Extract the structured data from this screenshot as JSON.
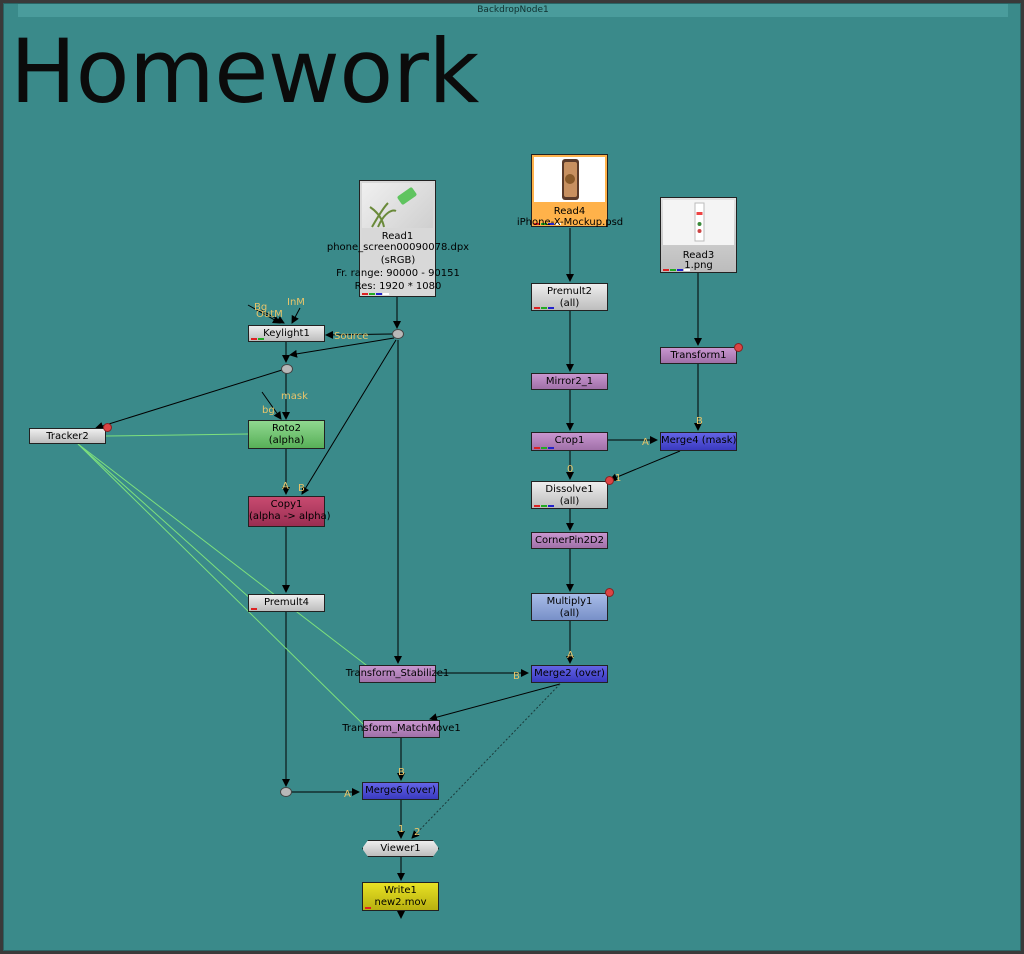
{
  "backdrop": {
    "title": "BackdropNode1",
    "label": "Homework"
  },
  "nodes": {
    "read1": {
      "title": "Read1",
      "info": [
        "phone_screen00090078.dpx",
        "(sRGB)",
        "Fr. range: 90000 - 90151",
        "Res: 1920 * 1080"
      ]
    },
    "read4": {
      "title": "Read4",
      "file": "iPhone-X-Mockup.psd"
    },
    "read3": {
      "title": "Read3",
      "file": "1.png"
    },
    "keylight1": {
      "label": "Keylight1"
    },
    "tracker2": {
      "label": "Tracker2"
    },
    "roto2": {
      "label": "Roto2",
      "sub": "(alpha)"
    },
    "copy1": {
      "label": "Copy1",
      "sub": "(alpha -> alpha)"
    },
    "premult4": {
      "label": "Premult4"
    },
    "premult2": {
      "label": "Premult2",
      "sub": "(all)"
    },
    "mirror2_1": {
      "label": "Mirror2_1"
    },
    "crop1": {
      "label": "Crop1"
    },
    "transform1": {
      "label": "Transform1"
    },
    "merge4": {
      "label": "Merge4 (mask)"
    },
    "dissolve1": {
      "label": "Dissolve1",
      "sub": "(all)"
    },
    "cornerpin": {
      "label": "CornerPin2D2"
    },
    "multiply1": {
      "label": "Multiply1",
      "sub": "(all)"
    },
    "stabilize": {
      "label": "Transform_Stabilize1"
    },
    "merge2": {
      "label": "Merge2 (over)"
    },
    "matchmove": {
      "label": "Transform_MatchMove1"
    },
    "merge6": {
      "label": "Merge6 (over)"
    },
    "viewer1": {
      "label": "Viewer1"
    },
    "write1": {
      "label": "Write1",
      "file": "new2.mov"
    }
  },
  "input_labels": {
    "bg_keylight": "Bg",
    "outm": "OutM",
    "inm": "InM",
    "source": "Source",
    "mask": "mask",
    "bg_roto": "bg",
    "copy_a": "A",
    "copy_b": "B",
    "merge4_a": "A",
    "merge4_b": "B",
    "dissolve_0": "0",
    "dissolve_1": "1",
    "merge2_a": "A",
    "merge2_b": "B",
    "merge6_a": "A",
    "merge6_b": "B",
    "viewer_1": "1",
    "viewer_2": "2"
  },
  "colors": {
    "backdrop": "#3a8a8a",
    "grey_node": "#c8c8c8",
    "roto": "#6dbf6d",
    "copy": "#b23b5e",
    "transform": "#b07ab8",
    "merge": "#4a4ad6",
    "multiply": "#8fa8dc",
    "write": "#d6d01a",
    "read4": "#ffb24a",
    "edge": "#000000",
    "tracker_link": "#7de07d",
    "badge": "#d44444"
  }
}
